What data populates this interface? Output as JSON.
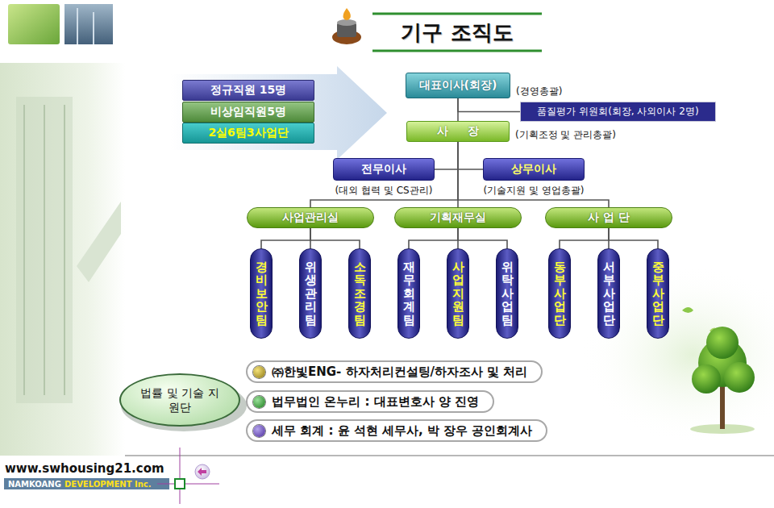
{
  "diagram": {
    "title": "기구 조직도",
    "nodes": [
      {
        "text": [
          "정규직원 15명"
        ]
      },
      {
        "text": [
          "비상임직원5명"
        ]
      },
      {
        "text": [
          "2실6팀3사업단"
        ]
      },
      {
        "text": [
          "대표이사(회장)",
          "(경영총괄)"
        ]
      },
      {
        "text": [
          "품질평가 위원회(회장, 사외이사 2명)"
        ]
      },
      {
        "text": [
          "사 장",
          "(기획조정 및 관리총괄)"
        ]
      },
      {
        "text": [
          "전무이사",
          "(대외 협력 및 CS관리)"
        ]
      },
      {
        "text": [
          "상무이사",
          "(기술지원 및 영업총괄)"
        ]
      },
      {
        "text": [
          "사업관리실"
        ]
      },
      {
        "text": [
          "기획재무실"
        ]
      },
      {
        "text": [
          "사 업 단"
        ]
      },
      {
        "text": [
          "경비보안팀"
        ]
      },
      {
        "text": [
          "위생관리팀"
        ]
      },
      {
        "text": [
          "소독조경팀"
        ]
      },
      {
        "text": [
          "재무회계팀"
        ]
      },
      {
        "text": [
          "사업지원팀"
        ]
      },
      {
        "text": [
          "위탁사업팀"
        ]
      },
      {
        "text": [
          "동부사업단"
        ]
      },
      {
        "text": [
          "서부사업단"
        ]
      },
      {
        "text": [
          "중부사업단"
        ]
      },
      {
        "text": [
          "법률 및 기술 지원단"
        ]
      },
      {
        "text": [
          "㈜한빛ENG- 하자처리컨설팅/하자조사 및 처리"
        ]
      },
      {
        "text": [
          "법무법인 온누리 : 대표변호사 양 진영"
        ]
      },
      {
        "text": [
          "세무 회계 : 윤 석현 세무사, 박 장우 공인회계사"
        ]
      }
    ],
    "edges": [
      {
        "from": 3,
        "to": 5,
        "arrow": "none"
      },
      {
        "from": 3,
        "to": 4,
        "arrow": "none"
      },
      {
        "from": 5,
        "to": 6,
        "arrow": "none"
      },
      {
        "from": 5,
        "to": 7,
        "arrow": "none"
      },
      {
        "from": 5,
        "to": 8,
        "arrow": "none"
      },
      {
        "from": 5,
        "to": 9,
        "arrow": "none"
      },
      {
        "from": 5,
        "to": 10,
        "arrow": "none"
      },
      {
        "from": 8,
        "to": 11,
        "arrow": "none"
      },
      {
        "from": 8,
        "to": 12,
        "arrow": "none"
      },
      {
        "from": 8,
        "to": 13,
        "arrow": "none"
      },
      {
        "from": 9,
        "to": 14,
        "arrow": "none"
      },
      {
        "from": 9,
        "to": 15,
        "arrow": "none"
      },
      {
        "from": 9,
        "to": 16,
        "arrow": "none"
      },
      {
        "from": 10,
        "to": 17,
        "arrow": "none"
      },
      {
        "from": 10,
        "to": 18,
        "arrow": "none"
      },
      {
        "from": 10,
        "to": 19,
        "arrow": "none"
      }
    ],
    "labels": [
      "www.swhousing21.com",
      "NAMKOANG",
      "DEVELOPMENT Inc."
    ]
  }
}
